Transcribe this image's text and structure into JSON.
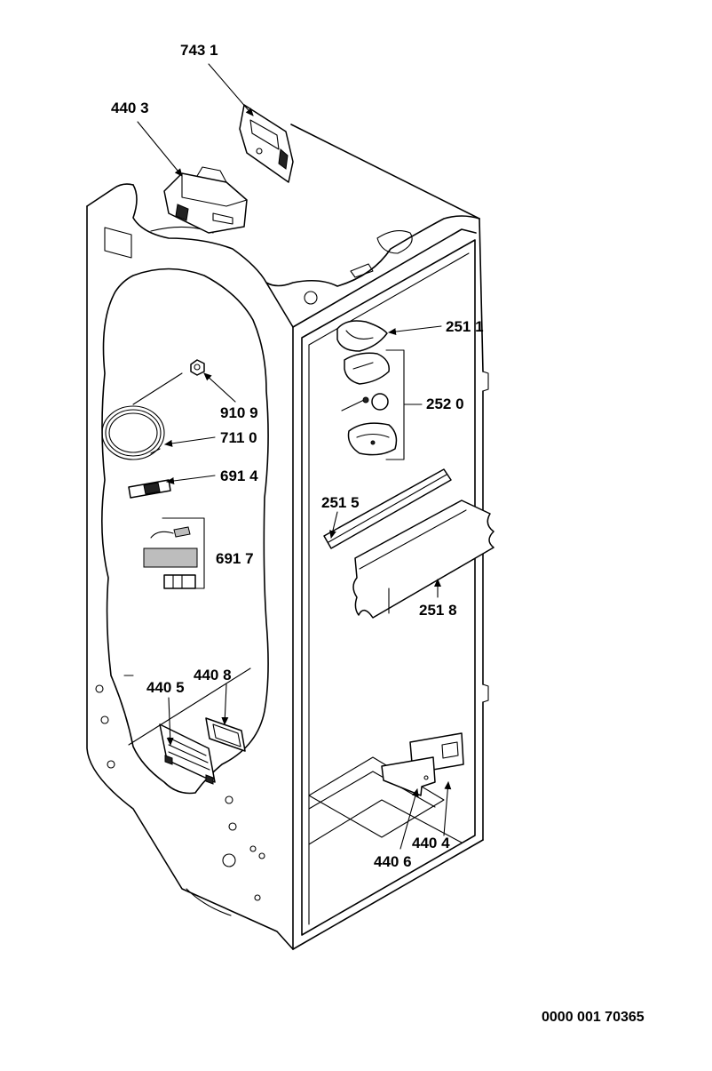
{
  "callouts": {
    "c7431": "743 1",
    "c4403": "440 3",
    "c2511": "251 1",
    "c2520": "252 0",
    "c9109": "910 9",
    "c7110": "711 0",
    "c6914": "691 4",
    "c6917": "691 7",
    "c2515": "251 5",
    "c2518": "251 8",
    "c4405": "440 5",
    "c4408": "440 8",
    "c4406": "440 6",
    "c4404": "440 4"
  },
  "document_number": "0000 001 70365"
}
